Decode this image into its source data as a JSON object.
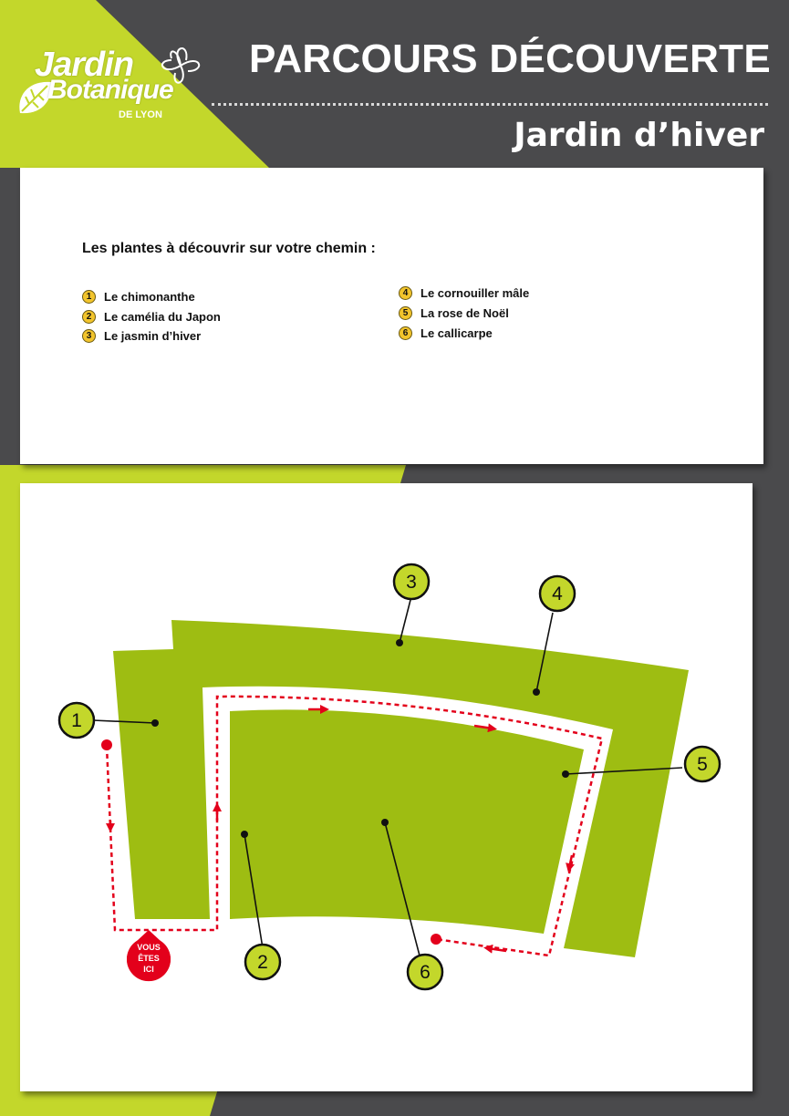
{
  "header": {
    "title": "PARCOURS DÉCOUVERTE",
    "subtitle": "Jardin d’hiver"
  },
  "logo": {
    "line1": "Jardin",
    "line2": "Botanique",
    "line3": "DE LYON"
  },
  "plants": {
    "heading": "Les plantes à découvrir sur votre chemin :",
    "items": [
      {
        "num": "1",
        "name": "Le chimonanthe"
      },
      {
        "num": "2",
        "name": "Le camélia du Japon"
      },
      {
        "num": "3",
        "name": "Le jasmin d’hiver"
      },
      {
        "num": "4",
        "name": "Le cornouiller mâle"
      },
      {
        "num": "5",
        "name": "La rose de Noël"
      },
      {
        "num": "6",
        "name": "Le callicarpe"
      }
    ]
  },
  "map": {
    "markers": [
      "1",
      "2",
      "3",
      "4",
      "5",
      "6"
    ],
    "you_are_here": [
      "VOUS",
      "ÊTES",
      "ICI"
    ]
  },
  "colors": {
    "green": "#9ebd12",
    "lime": "#c3d72b",
    "dark": "#4a4a4c",
    "route": "#e3001b",
    "marker_fill": "#c3d72b",
    "number_badge": "#f2c42c"
  }
}
